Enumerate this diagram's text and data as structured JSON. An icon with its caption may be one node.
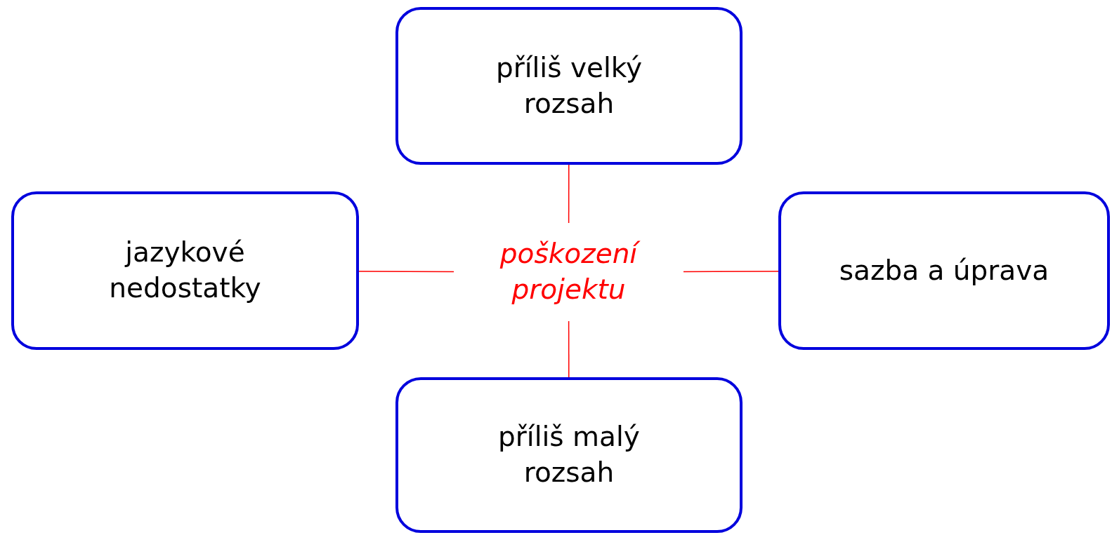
{
  "diagram": {
    "nodes": [
      {
        "text": [
          "příliš velký rozsah"
        ]
      },
      {
        "text": [
          "jazykové nedostatky"
        ]
      },
      {
        "text": [
          "poškození projektu"
        ]
      },
      {
        "text": [
          "sazba a úprava"
        ]
      },
      {
        "text": [
          "příliš malý rozsah"
        ]
      }
    ],
    "edges": [
      {
        "from": 2,
        "to": 0,
        "arrow": "none"
      },
      {
        "from": 2,
        "to": 1,
        "arrow": "none"
      },
      {
        "from": 2,
        "to": 3,
        "arrow": "none"
      },
      {
        "from": 2,
        "to": 4,
        "arrow": "none"
      }
    ]
  }
}
